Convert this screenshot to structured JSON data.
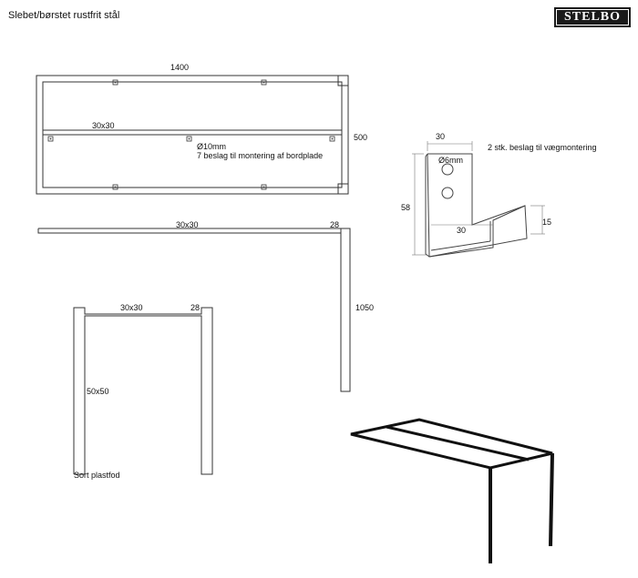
{
  "header": {
    "title": "Slebet/børstet rustfrit stål",
    "logo_text": "STELBO"
  },
  "top_view": {
    "width_label": "1400",
    "depth_label": "500",
    "crossbar_label": "30x30",
    "hole_label": "Ø10mm",
    "note": "7 beslag til montering af bordplade"
  },
  "side_view": {
    "top_bar_label": "30x30",
    "leg_width_label": "28",
    "height_label": "1050"
  },
  "front_view": {
    "top_bar_label": "30x30",
    "leg_width_label": "28",
    "leg_profile_label": "50x50",
    "foot_label": "Sort plastfod"
  },
  "bracket": {
    "width_label": "30",
    "height_label": "58",
    "depth_label": "30",
    "lip_label": "15",
    "hole_label": "Ø6mm",
    "note": "2 stk. beslag til vægmontering"
  },
  "colors": {
    "line": "#333333",
    "logo_bg": "#1a1a1a",
    "background": "#ffffff"
  }
}
